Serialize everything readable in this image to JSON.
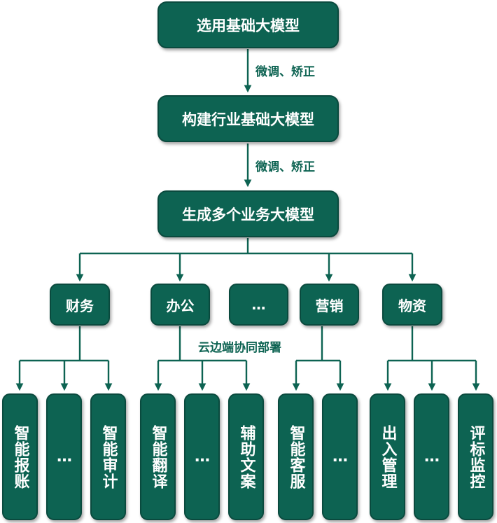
{
  "colors": {
    "box_fill": "#0d6352",
    "box_border": "#0a4a3e",
    "connector": "#0d6352",
    "label_text": "#0d6352"
  },
  "steps": [
    "选用基础大模型",
    "构建行业基础大模型",
    "生成多个业务大模型"
  ],
  "step_labels": [
    "微调、矫正",
    "微调、矫正"
  ],
  "categories": [
    "财务",
    "办公",
    "…",
    "营销",
    "物资"
  ],
  "deploy_label": "云边端协同部署",
  "leaves": {
    "finance": [
      "智能报账",
      "…",
      "智能审计"
    ],
    "office": [
      "智能翻译",
      "…",
      "辅助文案"
    ],
    "marketing": [
      "智能客服",
      "…"
    ],
    "supplies": [
      "出入管理",
      "…",
      "评标监控"
    ]
  }
}
